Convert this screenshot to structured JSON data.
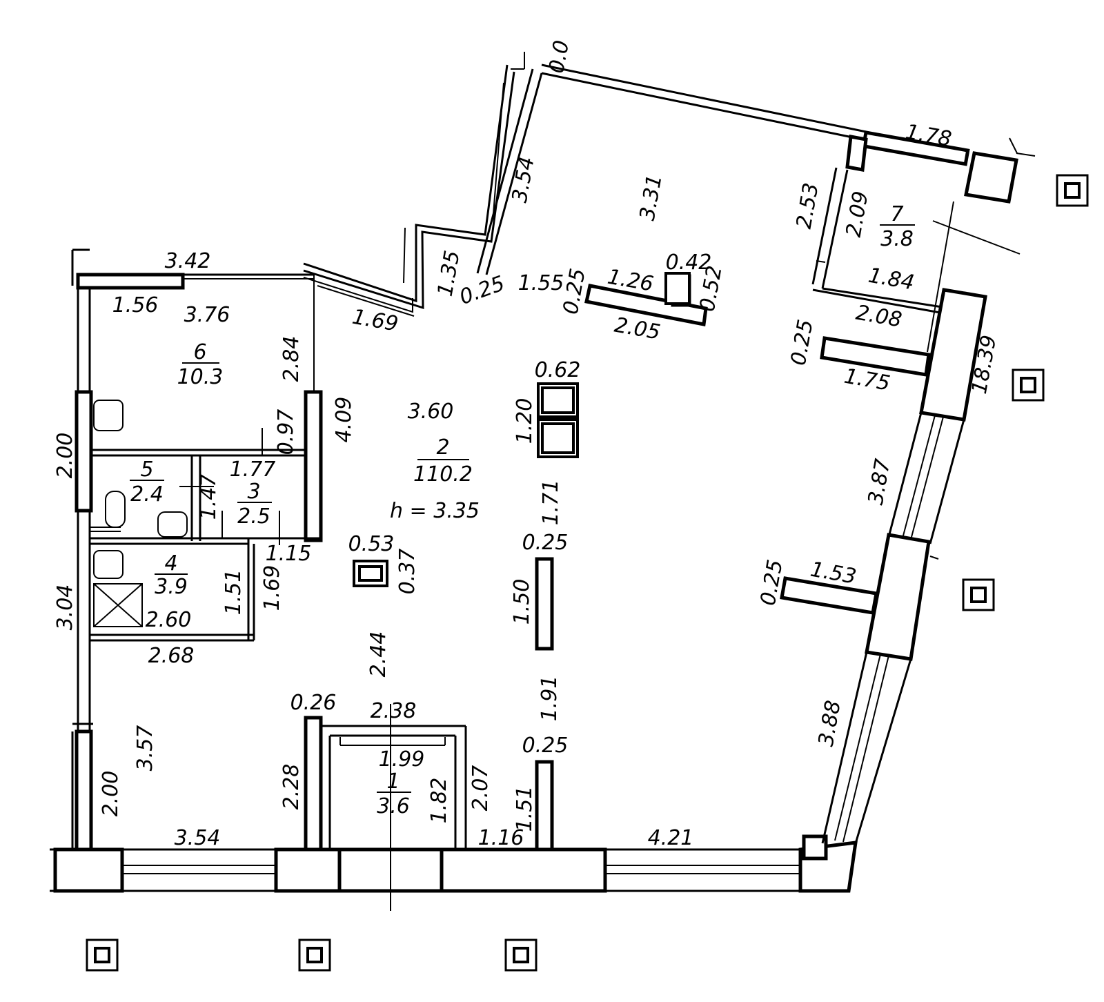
{
  "dimensions": {
    "top_corridor_3_54": "3.54",
    "top_room_3_31": "3.31",
    "top_right_1_78": "1.78",
    "r7_2_53": "2.53",
    "r7_2_09": "2.09",
    "r7_1_84": "1.84",
    "r7_2_08": "2.08",
    "right_0_25_a": "0.25",
    "right_1_75": "1.75",
    "right_18_39": "18.39",
    "right_3_87": "3.87",
    "right_0_25_b": "0.25",
    "right_1_53": "1.53",
    "right_3_88": "3.88",
    "bottom_4_21": "4.21",
    "top_3_42": "3.42",
    "top_1_56": "1.56",
    "r6_3_76": "3.76",
    "r6_2_84": "2.84",
    "stair_1_35": "1.35",
    "stair_1_69": "1.69",
    "c_0_25": "0.25",
    "c_1_55": "1.55",
    "c_0_25_b": "0.25",
    "c_1_26": "1.26",
    "c_0_42": "0.42",
    "c_0_52": "0.52",
    "c_2_05": "2.05",
    "left_2_00_top": "2.00",
    "c_0_97": "0.97",
    "c_4_09": "4.09",
    "c_1_77": "1.77",
    "c_1_47": "1.47",
    "c_3_60": "3.60",
    "col_0_62": "0.62",
    "col_1_20": "1.20",
    "c_1_71": "1.71",
    "c_1_15": "1.15",
    "c_1_51": "1.51",
    "c_1_69": "1.69",
    "col_0_53": "0.53",
    "col_0_37": "0.37",
    "p_0_25_a": "0.25",
    "p_1_50": "1.50",
    "c_2_60": "2.60",
    "c_2_68": "2.68",
    "left_3_04": "3.04",
    "c_2_44": "2.44",
    "c_1_91": "1.91",
    "c_0_26": "0.26",
    "c_2_38": "2.38",
    "c_1_99": "1.99",
    "p_0_25_b": "0.25",
    "c_3_57": "3.57",
    "c_2_00": "2.00",
    "c_2_28": "2.28",
    "c_1_82": "1.82",
    "c_2_07": "2.07",
    "c_1_51_b": "1.51",
    "c_3_54": "3.54",
    "c_1_16": "1.16",
    "top_clip_0_0": "0.0"
  },
  "rooms": {
    "r1": {
      "num": "1",
      "area": "3.6"
    },
    "r2": {
      "num": "2",
      "area": "110.2",
      "height": "h = 3.35"
    },
    "r3": {
      "num": "3",
      "area": "2.5"
    },
    "r4": {
      "num": "4",
      "area": "3.9"
    },
    "r5": {
      "num": "5",
      "area": "2.4"
    },
    "r6": {
      "num": "6",
      "area": "10.3"
    },
    "r7": {
      "num": "7",
      "area": "3.8"
    }
  }
}
